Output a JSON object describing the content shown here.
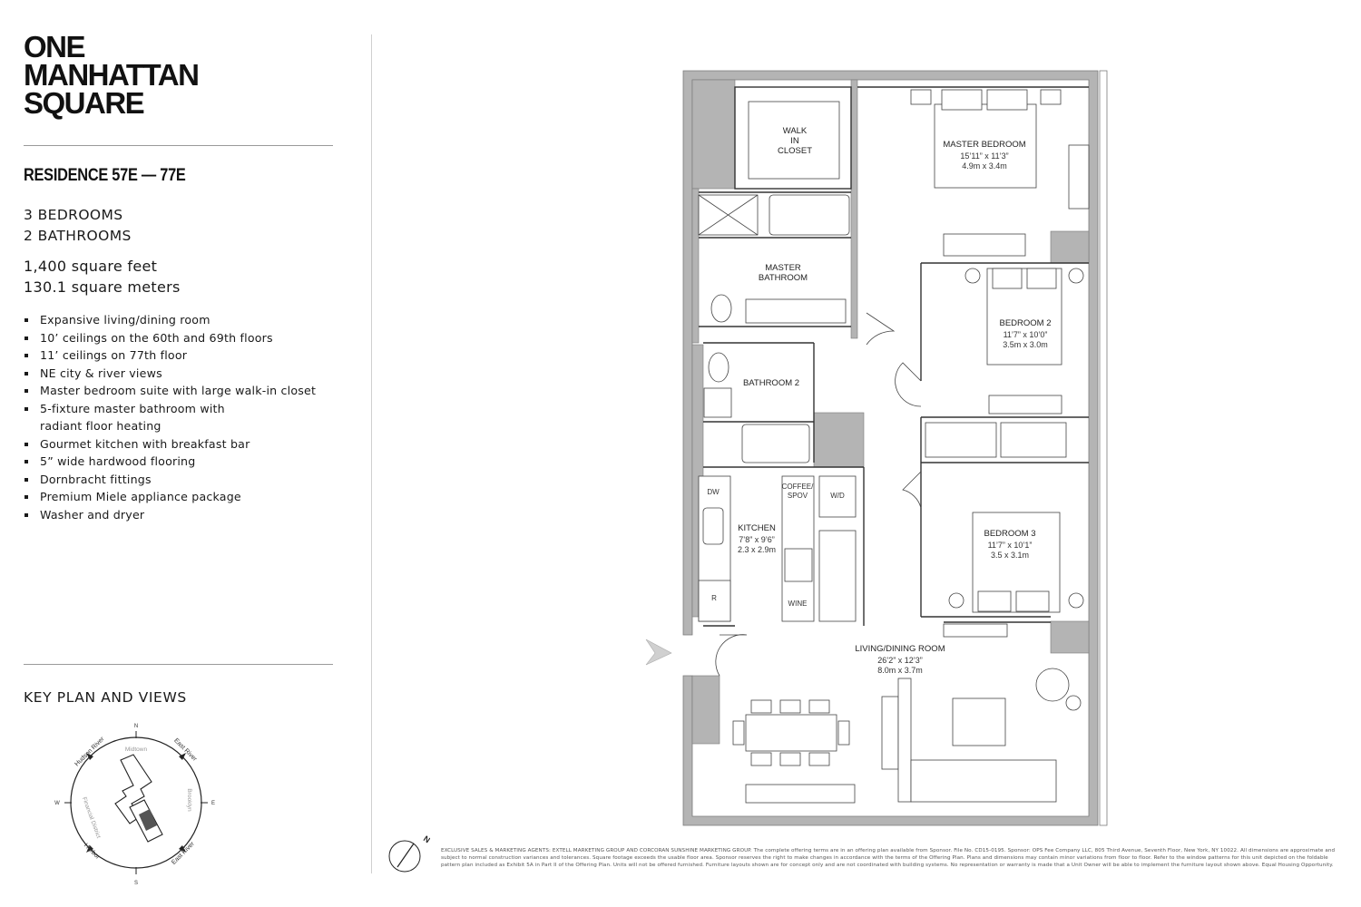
{
  "brand": {
    "logo_lines": [
      "ONE",
      "MANHATTAN",
      "SQUARE"
    ]
  },
  "residence": {
    "title": "RESIDENCE 57E — 77E",
    "bedrooms": "3 BEDROOMS",
    "bathrooms": "2 BATHROOMS",
    "area_sqft": "1,400 square feet",
    "area_sqm": "130.1 square meters"
  },
  "features": [
    "Expansive living/dining room",
    "10’ ceilings on the 60th and 69th floors",
    "11’ ceilings on 77th floor",
    "NE city & river views",
    "Master bedroom suite with large walk-in closet",
    "5-fixture master bathroom with",
    "radiant floor heating",
    "Gourmet kitchen with breakfast bar",
    "5” wide hardwood flooring",
    "Dornbracht fittings",
    "Premium Miele appliance package",
    "Washer and dryer"
  ],
  "keyplan": {
    "title": "KEY PLAN AND VIEWS",
    "labels": {
      "hudson": "Hudson River",
      "east_top": "East River",
      "midtown": "Midtown",
      "brooklyn": "Brooklyn",
      "financial": "Financial District",
      "harbor": "Harbor",
      "east_bottom": "East River",
      "n": "N",
      "s": "S",
      "e": "E",
      "w": "W"
    }
  },
  "rooms": {
    "walk_in_closet": {
      "lines": [
        "WALK",
        "IN",
        "CLOSET"
      ]
    },
    "master_bedroom": {
      "name": "MASTER BEDROOM",
      "dim_imperial": "15’11” x 11’3”",
      "dim_metric": "4.9m x 3.4m"
    },
    "master_bathroom": {
      "lines": [
        "MASTER",
        "BATHROOM"
      ]
    },
    "bedroom_2": {
      "name": "BEDROOM 2",
      "dim_imperial": "11’7” x 10’0”",
      "dim_metric": "3.5m x 3.0m"
    },
    "bathroom_2": {
      "name": "BATHROOM 2"
    },
    "kitchen": {
      "name": "KITCHEN",
      "dim_imperial": "7’8” x 9’6”",
      "dim_metric": "2.3 x 2.9m"
    },
    "bedroom_3": {
      "name": "BEDROOM 3",
      "dim_imperial": "11’7” x 10’1”",
      "dim_metric": "3.5 x 3.1m"
    },
    "living_dining": {
      "name": "LIVING/DINING ROOM",
      "dim_imperial": "26’2” x 12’3”",
      "dim_metric": "8.0m x 3.7m"
    }
  },
  "fixtures": {
    "dw": "DW",
    "coffee": [
      "COFFEE/",
      "SPOV"
    ],
    "wd": "W/D",
    "wine": "WINE",
    "fridge": "R"
  },
  "compass_label": "N",
  "disclaimer": "EXCLUSIVE SALES & MARKETING AGENTS: EXTELL MARKETING GROUP AND CORCORAN SUNSHINE MARKETING GROUP. The complete offering terms are in an offering plan available from Sponsor. File No. CD15-0195. Sponsor: OPS Fee Company LLC, 805 Third Avenue, Seventh Floor, New York, NY 10022. All dimensions are approximate and subject to normal construction variances and tolerances. Square footage exceeds the usable floor area. Sponsor reserves the right to make changes in accordance with the terms of the Offering Plan. Plans and dimensions may contain minor variations from floor to floor. Refer to the window patterns for this unit depicted on the foldable pattern plan included as Exhibit 5A in Part II of the Offering Plan. Units will not be offered furnished. Furniture layouts shown are for concept only and are not coordinated with building systems. No representation or warranty is made that a Unit Owner will be able to implement the furniture layout shown above. Equal Housing Opportunity."
}
